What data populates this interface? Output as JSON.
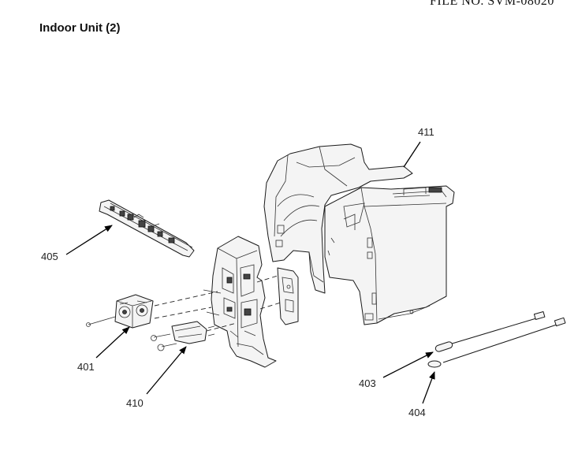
{
  "header": {
    "file_no": "FILE NO. SVM-08020",
    "title": "Indoor Unit (2)"
  },
  "callouts": {
    "c401": "401",
    "c403": "403",
    "c404": "404",
    "c405": "405",
    "c410": "410",
    "c411": "411"
  }
}
